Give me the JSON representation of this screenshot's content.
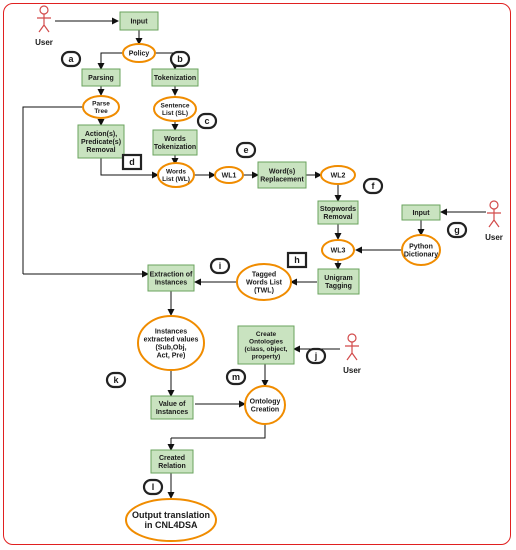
{
  "users": [
    {
      "id": "user-top-left",
      "label": "User"
    },
    {
      "id": "user-right",
      "label": "User"
    },
    {
      "id": "user-middle",
      "label": "User"
    }
  ],
  "boxes": [
    {
      "id": "input",
      "lines": [
        "Input"
      ]
    },
    {
      "id": "parsing",
      "lines": [
        "Parsing"
      ]
    },
    {
      "id": "tokenization",
      "lines": [
        "Tokenization"
      ]
    },
    {
      "id": "action-removal",
      "lines": [
        "Action(s),",
        "Predicate(s)",
        "Removal"
      ]
    },
    {
      "id": "words-tokenization",
      "lines": [
        "Words",
        "Tokenization"
      ]
    },
    {
      "id": "word-replacement",
      "lines": [
        "Word(s)",
        "Replacement"
      ]
    },
    {
      "id": "stopwords-removal",
      "lines": [
        "Stopwords",
        "Removal"
      ]
    },
    {
      "id": "input-right",
      "lines": [
        "Input"
      ]
    },
    {
      "id": "extraction",
      "lines": [
        "Extraction of",
        "Instances"
      ]
    },
    {
      "id": "unigram-tagging",
      "lines": [
        "Unigram",
        "Tagging"
      ]
    },
    {
      "id": "create-ontologies",
      "lines": [
        "Create",
        "Ontologies",
        "(class, object,",
        "property)"
      ]
    },
    {
      "id": "value-of-instances",
      "lines": [
        "Value of",
        "Instances"
      ]
    },
    {
      "id": "created-relation",
      "lines": [
        "Created",
        "Relation"
      ]
    }
  ],
  "ovals": [
    {
      "id": "policy",
      "lines": [
        "Policy"
      ]
    },
    {
      "id": "parse-tree",
      "lines": [
        "Parse",
        "Tree"
      ]
    },
    {
      "id": "sentence-list",
      "lines": [
        "Sentence",
        "List (SL)"
      ]
    },
    {
      "id": "words-list",
      "lines": [
        "Words",
        "List (WL)"
      ]
    },
    {
      "id": "wl1",
      "lines": [
        "WL1"
      ]
    },
    {
      "id": "wl2",
      "lines": [
        "WL2"
      ]
    },
    {
      "id": "wl3",
      "lines": [
        "WL3"
      ]
    },
    {
      "id": "python-dictionary",
      "lines": [
        "Python",
        "Dictionary"
      ]
    },
    {
      "id": "tagged-words-list",
      "lines": [
        "Tagged",
        "Words List",
        "(TWL)"
      ]
    },
    {
      "id": "instances-extracted-values",
      "lines": [
        "Instances",
        "extracted values",
        "(Sub,Obj,",
        "Act, Pre)"
      ]
    },
    {
      "id": "ontology-creation",
      "lines": [
        "Ontology",
        "Creation"
      ]
    },
    {
      "id": "output-translation",
      "lines": [
        "Output translation",
        "in CNL4DSA"
      ]
    }
  ],
  "badges": [
    {
      "id": "badge-a",
      "label": "a"
    },
    {
      "id": "badge-b",
      "label": "b"
    },
    {
      "id": "badge-c",
      "label": "c"
    },
    {
      "id": "badge-d",
      "label": "d"
    },
    {
      "id": "badge-e",
      "label": "e"
    },
    {
      "id": "badge-f",
      "label": "f"
    },
    {
      "id": "badge-g",
      "label": "g"
    },
    {
      "id": "badge-h",
      "label": "h"
    },
    {
      "id": "badge-i",
      "label": "i"
    },
    {
      "id": "badge-j",
      "label": "j"
    },
    {
      "id": "badge-k",
      "label": "k"
    },
    {
      "id": "badge-l",
      "label": "l"
    },
    {
      "id": "badge-m",
      "label": "m"
    }
  ]
}
